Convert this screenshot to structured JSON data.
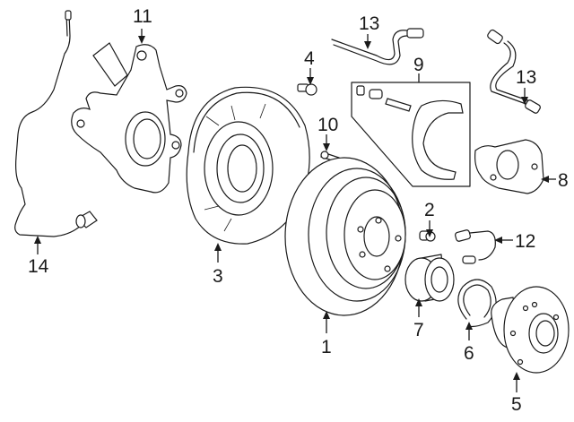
{
  "diagram": {
    "title": "Rear brake and hub assembly exploded view",
    "line_color": "#1a1a1a",
    "background": "#ffffff"
  },
  "callouts": [
    {
      "id": "1",
      "label": "1",
      "part": "brake-rotor"
    },
    {
      "id": "2",
      "label": "2",
      "part": "rotor-screw"
    },
    {
      "id": "3",
      "label": "3",
      "part": "backing-plate"
    },
    {
      "id": "4",
      "label": "4",
      "part": "backing-plate-bolt"
    },
    {
      "id": "5",
      "label": "5",
      "part": "wheel-hub"
    },
    {
      "id": "6",
      "label": "6",
      "part": "snap-ring"
    },
    {
      "id": "7",
      "label": "7",
      "part": "wheel-bearing"
    },
    {
      "id": "8",
      "label": "8",
      "part": "brake-caliper"
    },
    {
      "id": "9",
      "label": "9",
      "part": "caliper-support-kit"
    },
    {
      "id": "10",
      "label": "10",
      "part": "caliper-bolt"
    },
    {
      "id": "11",
      "label": "11",
      "part": "knuckle"
    },
    {
      "id": "12",
      "label": "12",
      "part": "wear-sensor"
    },
    {
      "id": "13a",
      "label": "13",
      "part": "brake-hose-upper"
    },
    {
      "id": "13b",
      "label": "13",
      "part": "brake-hose-right"
    },
    {
      "id": "14",
      "label": "14",
      "part": "abs-sensor"
    }
  ]
}
